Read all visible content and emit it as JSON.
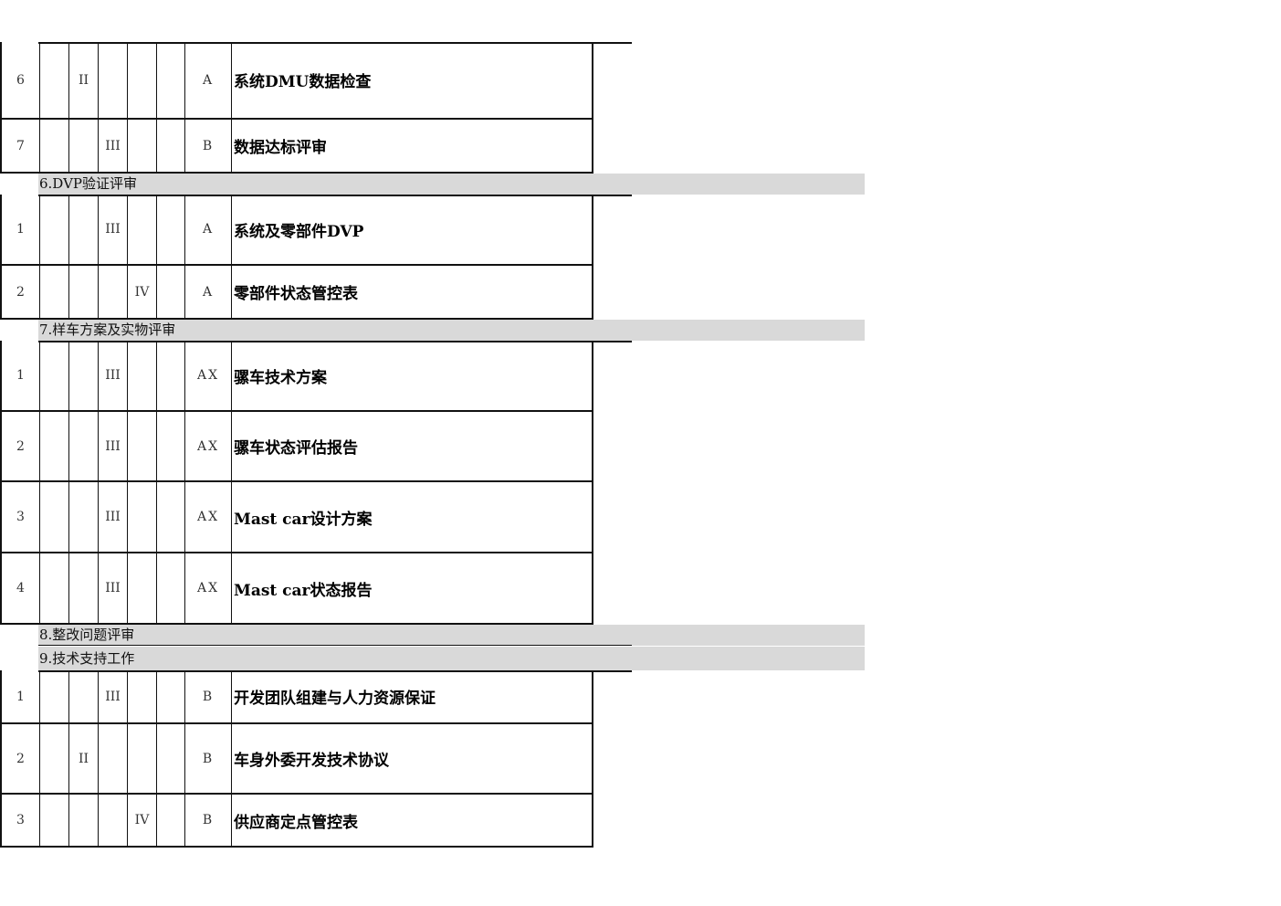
{
  "blocks": [
    {
      "kind": "row",
      "no": "6",
      "p2": "II",
      "p3": "",
      "p4": "",
      "p5": "",
      "p1": "",
      "level": "A",
      "item": "系统DMU数据检查"
    },
    {
      "kind": "row",
      "no": "7",
      "p2": "",
      "p3": "III",
      "p4": "",
      "p5": "",
      "p1": "",
      "level": "B",
      "item": "数据达标评审"
    },
    {
      "kind": "band",
      "title": "6.DVP验证评审"
    },
    {
      "kind": "row",
      "no": "1",
      "p2": "",
      "p3": "III",
      "p4": "",
      "p5": "",
      "p1": "",
      "level": "A",
      "item": "系统及零部件DVP"
    },
    {
      "kind": "row",
      "no": "2",
      "p2": "",
      "p3": "",
      "p4": "IV",
      "p5": "",
      "p1": "",
      "level": "A",
      "item": "零部件状态管控表"
    },
    {
      "kind": "band",
      "title": "7.样车方案及实物评审"
    },
    {
      "kind": "row",
      "no": "1",
      "p2": "",
      "p3": "III",
      "p4": "",
      "p5": "",
      "p1": "",
      "level": "AX",
      "item": "骡车技术方案"
    },
    {
      "kind": "row",
      "no": "2",
      "p2": "",
      "p3": "III",
      "p4": "",
      "p5": "",
      "p1": "",
      "level": "AX",
      "item": "骡车状态评估报告"
    },
    {
      "kind": "row",
      "no": "3",
      "p2": "",
      "p3": "III",
      "p4": "",
      "p5": "",
      "p1": "",
      "level": "AX",
      "item": "Mast car设计方案"
    },
    {
      "kind": "row",
      "no": "4",
      "p2": "",
      "p3": "III",
      "p4": "",
      "p5": "",
      "p1": "",
      "level": "AX",
      "item": "Mast car状态报告"
    },
    {
      "kind": "band",
      "title": "8.整改问题评审"
    },
    {
      "kind": "band",
      "title": "9.技术支持工作"
    },
    {
      "kind": "row",
      "no": "1",
      "p2": "",
      "p3": "III",
      "p4": "",
      "p5": "",
      "p1": "",
      "level": "B",
      "item": "开发团队组建与人力资源保证"
    },
    {
      "kind": "row",
      "no": "2",
      "p2": "II",
      "p3": "",
      "p4": "",
      "p5": "",
      "p1": "",
      "level": "B",
      "item": "车身外委开发技术协议"
    },
    {
      "kind": "row",
      "no": "3",
      "p2": "",
      "p3": "",
      "p4": "IV",
      "p5": "",
      "p1": "",
      "level": "B",
      "item": "供应商定点管控表"
    }
  ],
  "colors": {
    "band": "#d9d9d9",
    "border": "#111111"
  }
}
